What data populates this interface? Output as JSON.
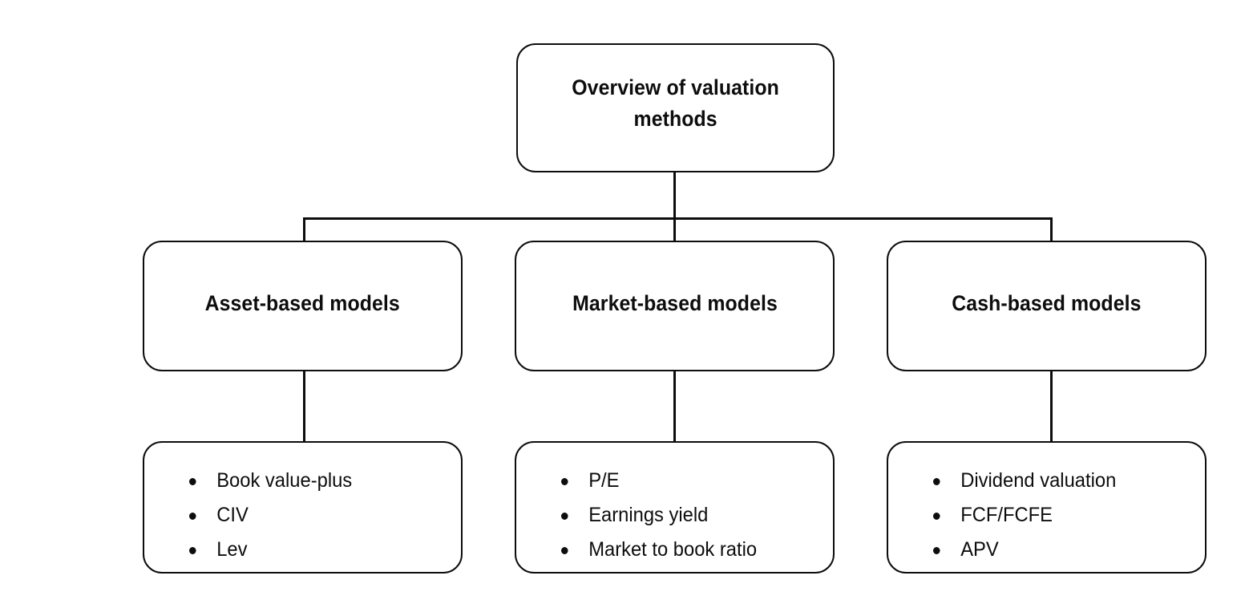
{
  "diagram": {
    "root": {
      "label": "Overview of valuation\nmethods"
    },
    "branches": [
      {
        "title": "Asset-based models",
        "items": [
          "Book value-plus",
          "CIV",
          "Lev"
        ]
      },
      {
        "title": "Market-based models",
        "items": [
          "P/E",
          "Earnings yield",
          "Market to book ratio"
        ]
      },
      {
        "title": "Cash-based models",
        "items": [
          "Dividend valuation",
          "FCF/FCFE",
          "APV"
        ]
      }
    ],
    "colors": {
      "background": "#ffffff",
      "stroke": "#0d0d0d",
      "text": "#0d0d0d"
    }
  }
}
